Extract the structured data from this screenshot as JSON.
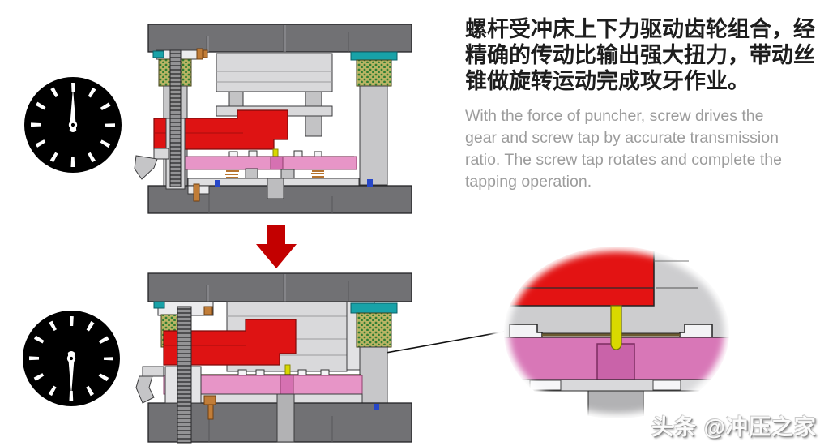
{
  "panel": {
    "heading_lines": [
      "螺杆受冲床上下力驱动齿轮组合，经",
      "精确的传动比输出强大扭力，带动丝",
      "锥做旋转运动完成攻牙作业。"
    ],
    "body_lines": [
      "With the force of puncher, screw drives the",
      "gear and screw tap by accurate transmission",
      "ratio. The screw tap rotates and complete the",
      "tapping operation."
    ]
  },
  "watermark": "头条 @冲压之家",
  "icons": {
    "clock_up": "clock face, hand at 12 (ram up)",
    "clock_down": "clock face, hand at 6 (ram down)",
    "down_arrow": "solid red block arrow pointing down",
    "detail_callout": "magnified circular view of screw tap entering stripper plate"
  },
  "colors": {
    "driver_red": "#de1313",
    "arrow_red": "#c30000",
    "stripper_pink": "#e795c7",
    "boss_pink": "#d671b2",
    "tap_yellow": "#d8d800",
    "knurl_green": "#2f7d33",
    "knurl_base": "#b9b464",
    "bushing_teal": "#18a2a8",
    "plate_dark_gray": "#717174",
    "block_light_gray": "#d9d9db",
    "heading_text": "#1d1d1d",
    "body_text": "#9c9c9c"
  }
}
